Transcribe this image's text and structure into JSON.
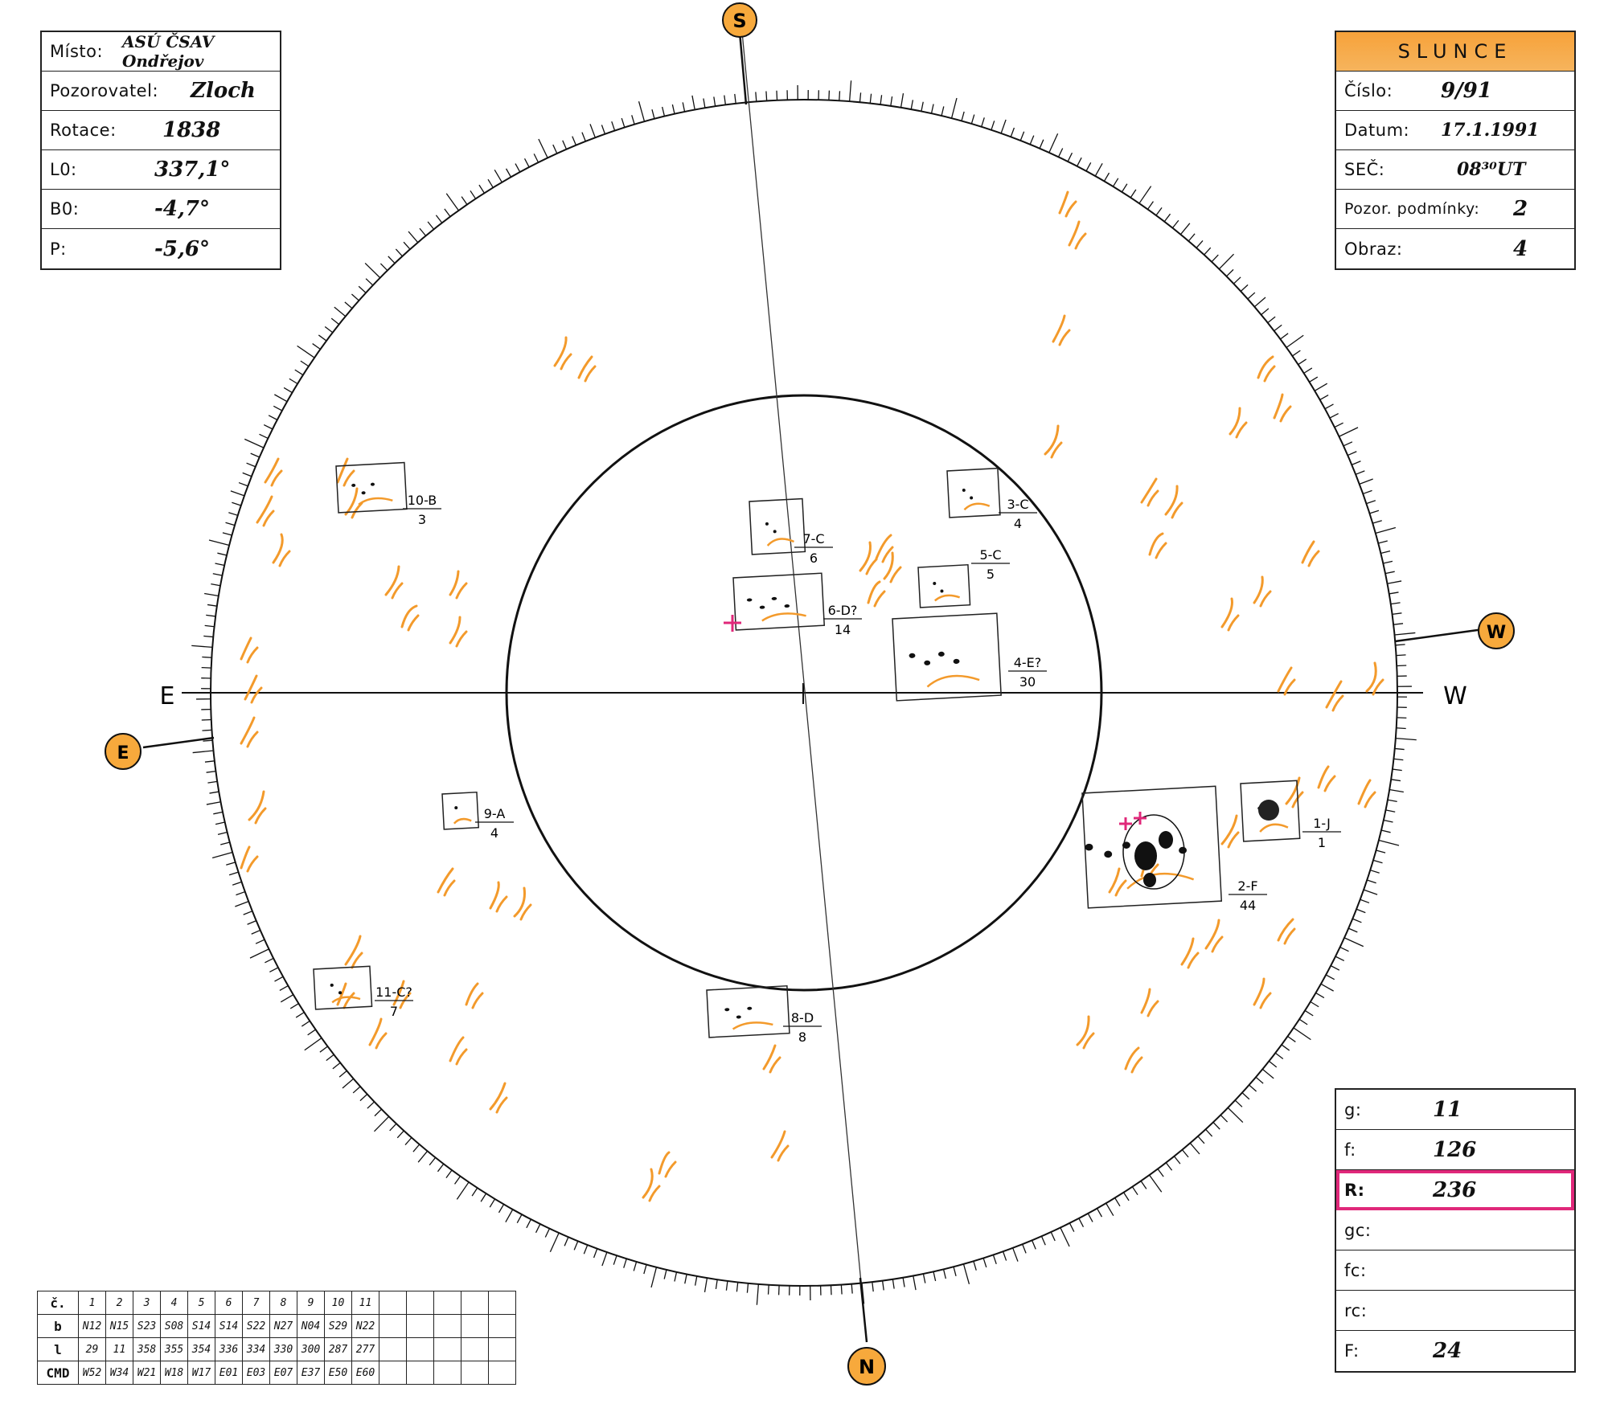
{
  "info_left": {
    "rows": [
      {
        "label": "Místo:",
        "value": "ASÚ ČSAV Ondřejov"
      },
      {
        "label": "Pozorovatel:",
        "value": "Zloch"
      },
      {
        "label": "Rotace:",
        "value": "1838"
      },
      {
        "label": "L0:",
        "value": "337,1°"
      },
      {
        "label": "B0:",
        "value": "-4,7°"
      },
      {
        "label": "P:",
        "value": "-5,6°"
      }
    ]
  },
  "info_right": {
    "title": "SLUNCE",
    "rows": [
      {
        "label": "Číslo:",
        "value": "9/91"
      },
      {
        "label": "Datum:",
        "value": "17.1.1991"
      },
      {
        "label": "SEČ:",
        "value": "08³⁰UT"
      },
      {
        "label": "Pozor. podmínky:",
        "value": "2"
      },
      {
        "label": "Obraz:",
        "value": "4"
      }
    ]
  },
  "counts": {
    "rows": [
      {
        "label": "g:",
        "value": "11"
      },
      {
        "label": "f:",
        "value": "126"
      },
      {
        "label": "R:",
        "value": "236"
      },
      {
        "label": "gc:",
        "value": ""
      },
      {
        "label": "fc:",
        "value": ""
      },
      {
        "label": "rc:",
        "value": ""
      },
      {
        "label": "F:",
        "value": "24"
      }
    ]
  },
  "compass": {
    "top_marker": "S",
    "bottom_marker": "N",
    "left_marker": "E",
    "right_marker": "W",
    "left_axis_label": "E",
    "right_axis_label": "W"
  },
  "groups": [
    {
      "label": "1-J",
      "count": "1"
    },
    {
      "label": "2-F",
      "count": "44"
    },
    {
      "label": "3-C",
      "count": "4"
    },
    {
      "label": "4-E?",
      "count": "30"
    },
    {
      "label": "5-C",
      "count": "5"
    },
    {
      "label": "6-D?",
      "count": "14"
    },
    {
      "label": "7-C",
      "count": "6"
    },
    {
      "label": "8-D",
      "count": "8"
    },
    {
      "label": "9-A",
      "count": "4"
    },
    {
      "label": "10-B",
      "count": "3"
    },
    {
      "label": "11-C?",
      "count": "7"
    }
  ],
  "group_table": {
    "row_headers": [
      "č.",
      "b",
      "l",
      "CMD"
    ],
    "numbers": [
      "1",
      "2",
      "3",
      "4",
      "5",
      "6",
      "7",
      "8",
      "9",
      "10",
      "11",
      "",
      "",
      "",
      "",
      ""
    ],
    "b": [
      "N12",
      "N15",
      "S23",
      "S08",
      "S14",
      "S14",
      "S22",
      "N27",
      "N04",
      "S29",
      "N22",
      "",
      "",
      "",
      "",
      ""
    ],
    "l": [
      "29",
      "11",
      "358",
      "355",
      "354",
      "336",
      "334",
      "330",
      "300",
      "287",
      "277",
      "",
      "",
      "",
      "",
      ""
    ],
    "cmd": [
      "W52",
      "W34",
      "W21",
      "W18",
      "W17",
      "E01",
      "E03",
      "E07",
      "E37",
      "E50",
      "E60",
      "",
      "",
      "",
      "",
      ""
    ]
  },
  "colors": {
    "facula": "#f39a2b",
    "marker_fill": "#f7a93c",
    "highlight": "#e0287a",
    "ink": "#111111"
  }
}
